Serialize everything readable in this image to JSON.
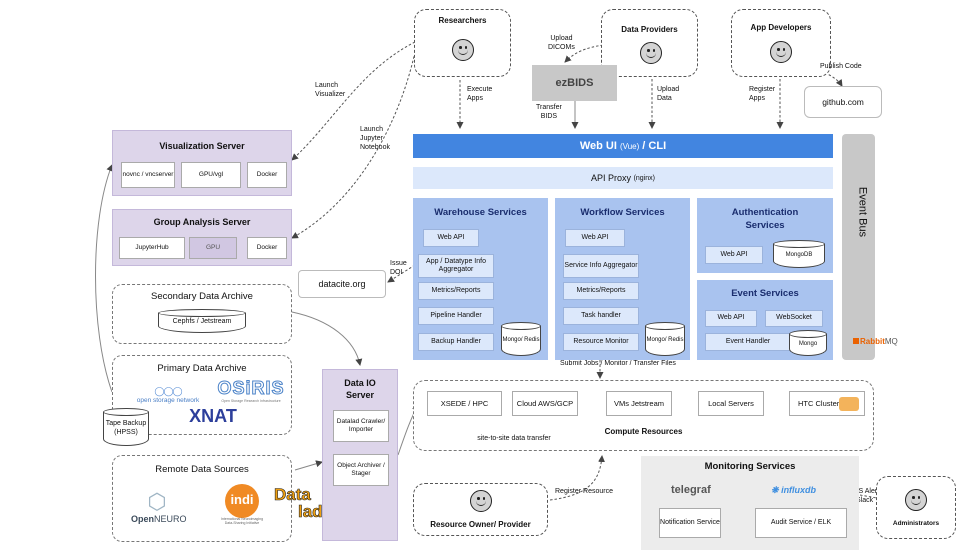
{
  "actors": {
    "researchers": "Researchers",
    "data_providers": "Data Providers",
    "app_developers": "App Developers",
    "resource_owner": "Resource Owner/ Provider",
    "administrators": "Administrators"
  },
  "ezbids": "ezBIDS",
  "github": "github.com",
  "datacite": "datacite.org",
  "edges": {
    "launch_visualizer": "Launch\nVisualizer",
    "launch_jupyter": "Launch\nJupyter\nNotebook",
    "upload_dicoms": "Upload\nDICOMs",
    "execute_apps": "Execute\nApps",
    "transfer_bids": "Transfer\nBIDS",
    "upload_data": "Upload\nData",
    "register_apps": "Register\nApps",
    "publish_code": "Publish Code",
    "issue_doi": "Issue\nDOI",
    "submit_jobs": "Submit Jobs / Monitor / Transfer Files",
    "site_to_site": "site-to-site data transfer",
    "register_resource": "Register Resource",
    "sms_alert": "SMS Alert/\nSlack"
  },
  "web_ui": {
    "main": "Web UI",
    "sub": "(Vue)",
    "sep": " / ",
    "cli": "CLI"
  },
  "api_proxy": {
    "main": "API Proxy",
    "sub": "(nginx)"
  },
  "event_bus": "Event Bus",
  "rabbitmq": {
    "a": "Rabbit",
    "b": "MQ"
  },
  "warehouse": {
    "title": "Warehouse Services",
    "items": [
      "Web API",
      "App / Datatype Info Aggregator",
      "Metrics/Reports",
      "Pipeline Handler",
      "Backup Handler"
    ],
    "db": "Mongo/ Redis"
  },
  "workflow": {
    "title": "Workflow Services",
    "items": [
      "Web API",
      "Service Info Aggregator",
      "Metrics/Reports",
      "Task handler",
      "Resource Monitor"
    ],
    "db": "Mongo/ Redis"
  },
  "auth": {
    "title": "Authentication Services",
    "items": [
      "Web API"
    ],
    "db": "MongoDB"
  },
  "event": {
    "title": "Event Services",
    "items": [
      "Web API",
      "WebSocket",
      "Event Handler"
    ],
    "db": "Mongo"
  },
  "viz_server": {
    "title": "Visualization Server",
    "items": [
      "novnc / vncserver",
      "GPU/vgl",
      "Docker"
    ]
  },
  "group_server": {
    "title": "Group Analysis Server",
    "items": [
      "JupyterHub",
      "GPU",
      "Docker"
    ]
  },
  "secondary_archive": {
    "title": "Secondary Data Archive",
    "db": "Cephfs / Jetstream"
  },
  "primary_archive": {
    "title": "Primary Data Archive",
    "osn": "open storage network",
    "osiris": "OSiRIS",
    "osiris_sub": "Open Storage Research Infrastructure",
    "xnat": "XNAT",
    "tape": "Tape Backup (HPSS)"
  },
  "remote_sources": {
    "title": "Remote Data Sources",
    "openneuro_a": "Open",
    "openneuro_b": "NEURO",
    "indi": "indi",
    "indi_sub": "International Neuroimaging Data-Sharing Initiative",
    "datalad_a": "Data",
    "datalad_b": "lad"
  },
  "data_io": {
    "title": "Data IO Server",
    "items": [
      "Datalad Crawler/ Importer",
      "Object Archiver / Stager"
    ]
  },
  "compute": {
    "title": "Compute Resources",
    "items": [
      "XSEDE / HPC",
      "Cloud AWS/GCP",
      "VMs Jetstream",
      "Local Servers",
      "HTC Clusters"
    ]
  },
  "monitoring": {
    "title": "Monitoring Services",
    "telegraf": "telegraf",
    "influx": "influxdb",
    "items": [
      "Notification Service",
      "Audit Service / ELK"
    ]
  }
}
